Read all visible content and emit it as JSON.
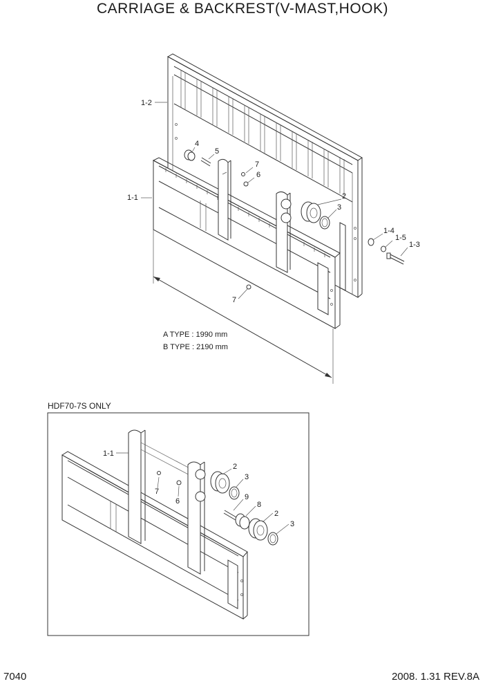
{
  "header": {
    "title": "CARRIAGE & BACKREST(V-MAST,HOOK)"
  },
  "diagram_main": {
    "labels": {
      "p1_2": "1-2",
      "p4": "4",
      "p5": "5",
      "p7a": "7",
      "p6": "6",
      "p1_1": "1-1",
      "p2": "2",
      "p3": "3",
      "p1_4": "1-4",
      "p1_5": "1-5",
      "p1_3": "1-3",
      "p7b": "7"
    },
    "dims": {
      "a_type": "A TYPE : 1990 mm",
      "b_type": "B TYPE : 2190 mm"
    }
  },
  "diagram_inset": {
    "title": "HDF70-7S ONLY",
    "labels": {
      "p1_1": "1-1",
      "p2a": "2",
      "p3a": "3",
      "p7": "7",
      "p6": "6",
      "p9": "9",
      "p8": "8",
      "p2b": "2",
      "p3b": "3"
    }
  },
  "footer": {
    "page_number": "7040",
    "revision": "2008. 1.31  REV.8A"
  }
}
